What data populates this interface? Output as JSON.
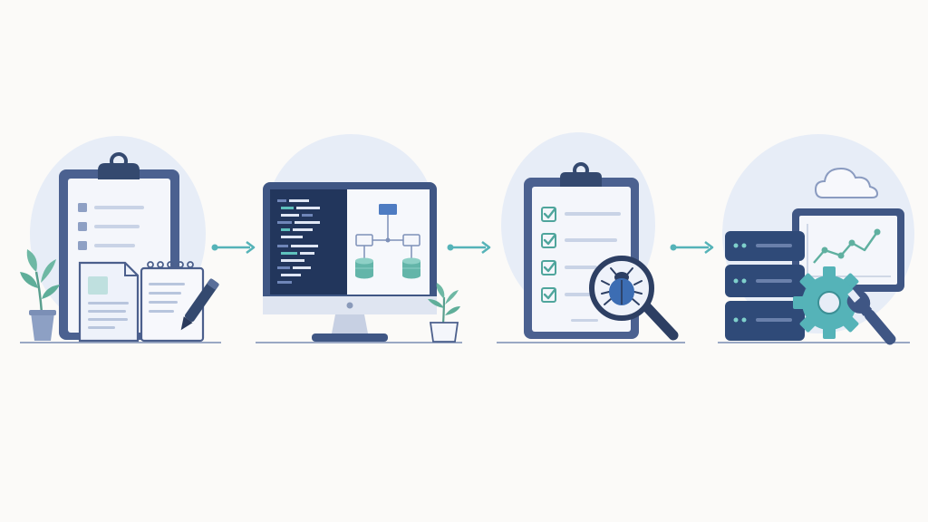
{
  "diagram": {
    "type": "process-flow",
    "steps": [
      {
        "id": "requirements",
        "icons": [
          "clipboard-icon",
          "document-icon",
          "notepad-icon",
          "pen-icon",
          "plant-icon"
        ]
      },
      {
        "id": "design-development",
        "icons": [
          "monitor-icon",
          "code-editor-icon",
          "flowchart-icon",
          "database-icon",
          "plant-icon"
        ]
      },
      {
        "id": "testing",
        "icons": [
          "checklist-icon",
          "checkbox-icon",
          "magnifier-icon",
          "bug-icon"
        ]
      },
      {
        "id": "deployment-maintenance",
        "icons": [
          "server-icon",
          "cloud-icon",
          "chart-monitor-icon",
          "gear-icon",
          "wrench-icon"
        ]
      }
    ],
    "connectors": 3
  },
  "colors": {
    "background": "#fbfaf8",
    "blob": "#e7edf7",
    "navy": "#3f5684",
    "navy_dark": "#2d3f63",
    "outline": "#4b5f8c",
    "paper": "#f4f6fb",
    "accent_teal": "#55b3b8",
    "accent_green": "#5fb0a0",
    "ground": "#9aa8c4"
  }
}
